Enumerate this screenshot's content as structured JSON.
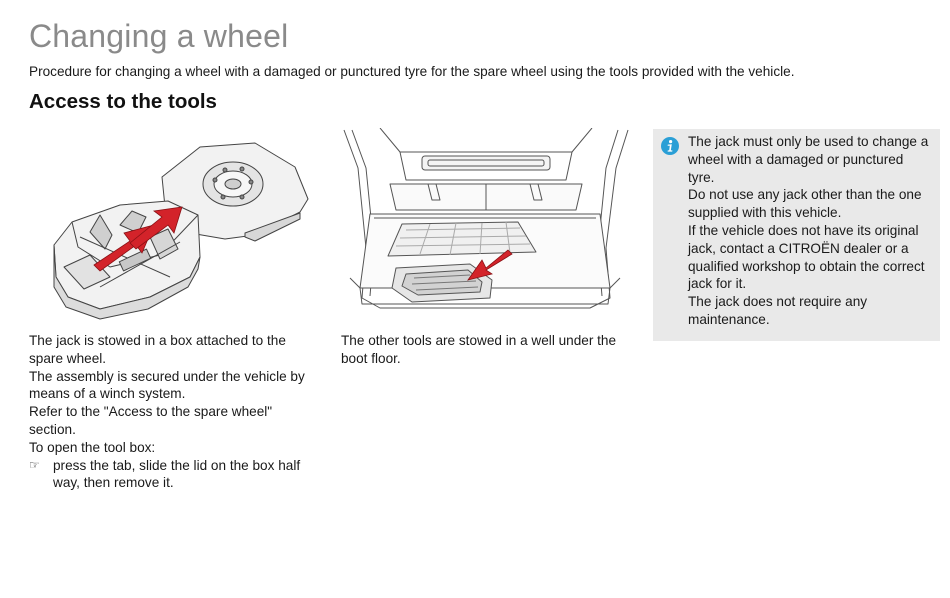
{
  "header": {
    "title": "Changing a wheel",
    "intro": "Procedure for changing a wheel with a damaged or punctured tyre for the spare wheel using the tools provided with the vehicle."
  },
  "section": {
    "heading": "Access to the tools"
  },
  "left_column": {
    "paragraphs": [
      "The jack is stowed in a box attached to the spare wheel.",
      "The assembly is secured under the vehicle by means of a winch system.",
      "Refer to the \"Access to the spare wheel\" section.",
      "To open the tool box:"
    ],
    "bullet_symbol": "☞",
    "bullet": "press the tab, slide the lid on the box half way, then remove it."
  },
  "middle_column": {
    "paragraph": "The other tools are stowed in a well under the boot floor."
  },
  "warning": {
    "icon": "info-icon",
    "paragraphs": [
      "The jack must only be used to change a wheel with a damaged or punctured tyre.",
      "Do not use any jack other than the one supplied with this vehicle.",
      "If the vehicle does not have its original jack, contact a CITROËN dealer or a qualified workshop to obtain the correct jack for it.",
      "The jack does not require any maintenance."
    ]
  },
  "colors": {
    "title": "#8a8a8a",
    "arrow": "#d3232a",
    "warning_bg": "#e9e9e9",
    "info_icon": "#2a9fd6"
  }
}
